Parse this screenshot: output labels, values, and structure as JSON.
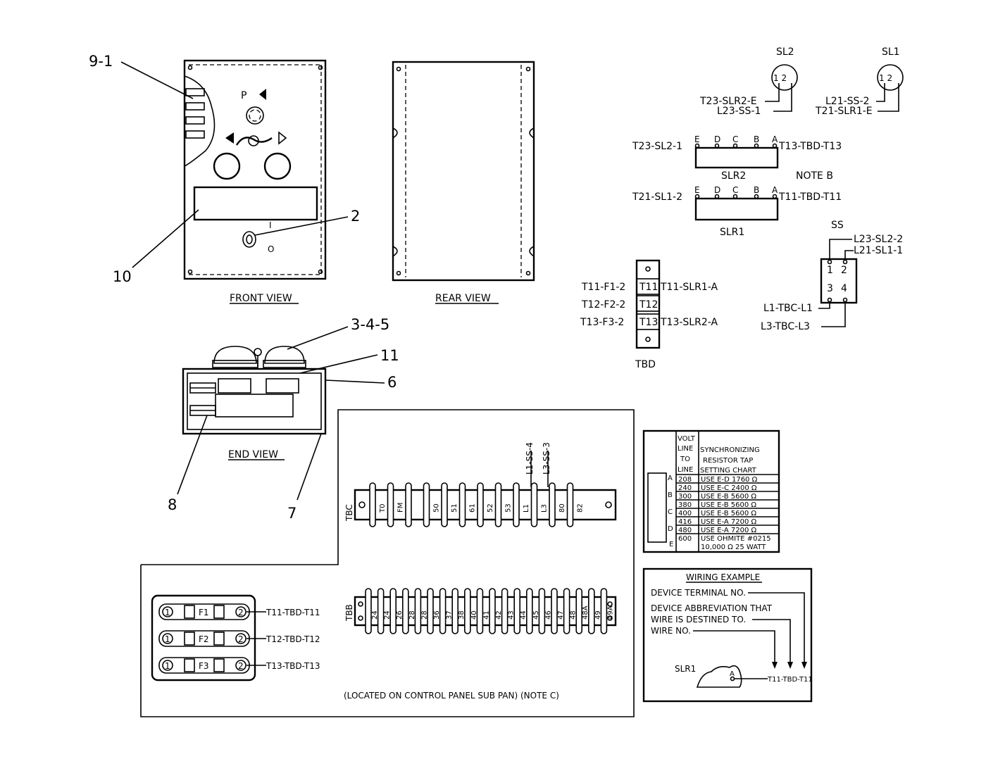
{
  "callouts": {
    "c9_1": "9-1",
    "c2": "2",
    "c10": "10",
    "c3_4_5": "3-4-5",
    "c11": "11",
    "c6": "6",
    "c7": "7",
    "c8": "8"
  },
  "views": {
    "front": "FRONT VIEW",
    "rear": "REAR VIEW",
    "end": "END VIEW"
  },
  "front_panel": {
    "p_label": "P",
    "switch_on": "I",
    "switch_off": "O"
  },
  "sync_lights": {
    "sl2_title": "SL2",
    "sl1_title": "SL1",
    "sl2_lamp": "1 2",
    "sl1_lamp": "1 2",
    "sl2_wire1": "T23-SLR2-E",
    "sl2_wire2": "L23-SS-1",
    "sl1_wire1": "L21-SS-2",
    "sl1_wire2": "T21-SLR1-E"
  },
  "resistors": {
    "taps": [
      "E",
      "D",
      "C",
      "B",
      "A"
    ],
    "slr2_name": "SLR2",
    "slr2_left": "T23-SL2-1",
    "slr2_right": "T13-TBD-T13",
    "slr1_name": "SLR1",
    "slr1_left": "T21-SL1-2",
    "slr1_right": "T11-TBD-T11",
    "note_b": "NOTE B"
  },
  "ss_switch": {
    "title": "SS",
    "terminals": [
      "1",
      "2",
      "3",
      "4"
    ],
    "wire_2": "L23-SL2-2",
    "wire_1": "L21-SL1-1",
    "wire_3": "L1-TBC-L1",
    "wire_4": "L3-TBC-L3"
  },
  "tbd": {
    "title": "TBD",
    "terminals": [
      "T11",
      "T12",
      "T13"
    ],
    "left_wires": [
      "T11-F1-2",
      "T12-F2-2",
      "T13-F3-2"
    ],
    "right_wires": [
      "T11-SLR1-A",
      "",
      "T13-SLR2-A"
    ]
  },
  "tbc": {
    "label": "TBC",
    "terminals": [
      "T0",
      "FM",
      "",
      "50",
      "51",
      "61",
      "52",
      "53",
      "L1",
      "L3",
      "80",
      "82"
    ],
    "wire_l1": "L1-SS-4",
    "wire_l3": "L3-SS-3"
  },
  "tbb": {
    "label": "TBB",
    "terminals": [
      "24",
      "24",
      "26",
      "28",
      "28",
      "36",
      "37",
      "38",
      "40",
      "41",
      "42",
      "43",
      "44",
      "45",
      "46",
      "47",
      "48",
      "48A",
      "49",
      "49A"
    ]
  },
  "fuses": {
    "rows": [
      {
        "left": "1",
        "name": "F1",
        "right": "2",
        "wire": "T11-TBD-T11"
      },
      {
        "left": "1",
        "name": "F2",
        "right": "2",
        "wire": "T12-TBD-T12"
      },
      {
        "left": "1",
        "name": "F3",
        "right": "2",
        "wire": "T13-TBD-T13"
      }
    ]
  },
  "subpan_note": "(LOCATED ON CONTROL PANEL SUB PAN) (NOTE C)",
  "tap_chart": {
    "col_volt": [
      "VOLT",
      "LINE",
      "TO",
      "LINE"
    ],
    "col_title": [
      "SYNCHRONIZING",
      "RESISTOR TAP",
      "SETTING CHART"
    ],
    "side_taps": [
      "A",
      "B",
      "C",
      "D",
      "E"
    ],
    "rows": [
      {
        "volt": "208",
        "setting": "USE E-D 1760 Ω"
      },
      {
        "volt": "240",
        "setting": "USE E-C 2400 Ω"
      },
      {
        "volt": "300",
        "setting": "USE E-B 5600 Ω"
      },
      {
        "volt": "380",
        "setting": "USE E-B 5600 Ω"
      },
      {
        "volt": "400",
        "setting": "USE E-B 5600 Ω"
      },
      {
        "volt": "416",
        "setting": "USE E-A 7200 Ω"
      },
      {
        "volt": "480",
        "setting": "USE E-A 7200 Ω"
      },
      {
        "volt": "600",
        "setting": "USE OHMITE #0215",
        "setting2": "10,000 Ω 25 WATT"
      }
    ]
  },
  "wiring_example": {
    "title": "WIRING EXAMPLE",
    "line1": "DEVICE TERMINAL NO.",
    "line2": "DEVICE ABBREVIATION THAT",
    "line3": "WIRE IS DESTINED TO.",
    "line4": "WIRE NO.",
    "device": "SLR1",
    "terminal": "A",
    "wire": "T11-TBD-T11"
  }
}
